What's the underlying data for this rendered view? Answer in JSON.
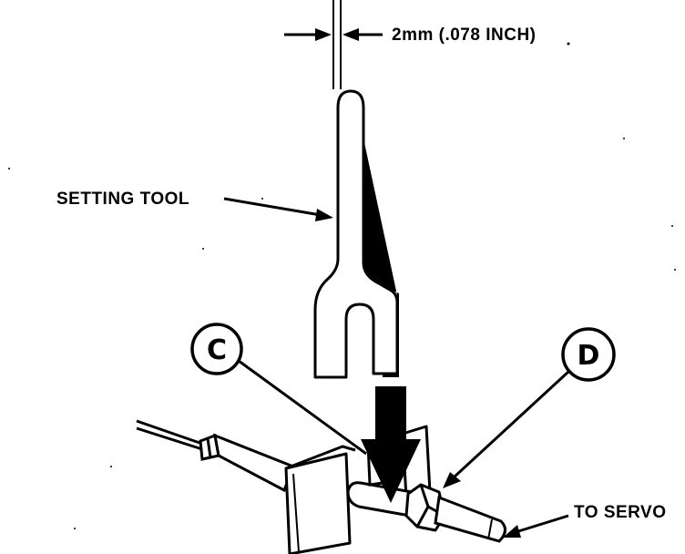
{
  "labels": {
    "gap": "2mm (.078 INCH)",
    "setting_tool": "SETTING TOOL",
    "to_servo": "TO SERVO"
  },
  "callouts": {
    "c": "C",
    "d": "D"
  }
}
